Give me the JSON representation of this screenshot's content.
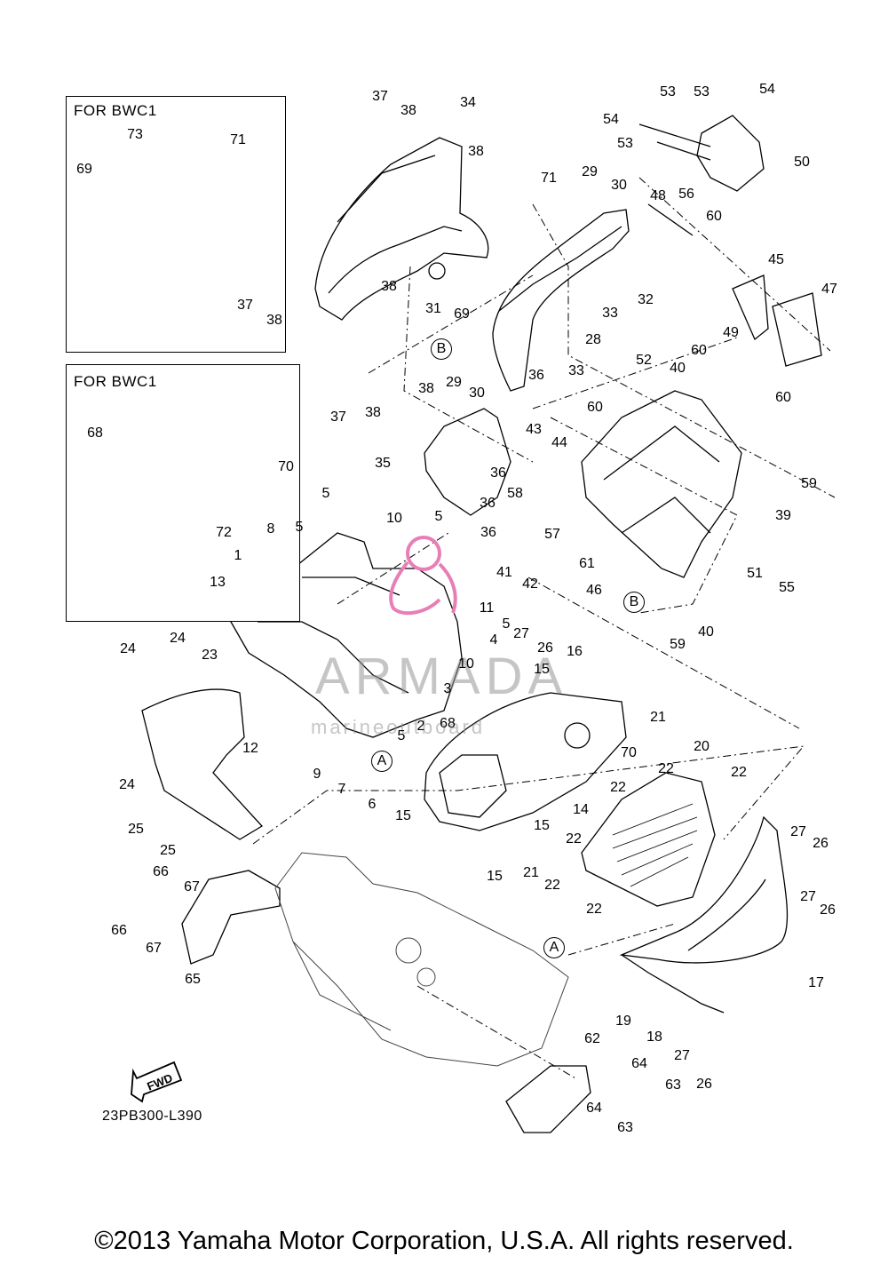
{
  "inset_top": {
    "title": "FOR BWC1",
    "callouts": [
      "73",
      "71",
      "69"
    ]
  },
  "inset_mid": {
    "title": "FOR BWC1",
    "callouts": [
      "68",
      "70",
      "72"
    ]
  },
  "callouts": [
    {
      "id": "c37a",
      "label": "37"
    },
    {
      "id": "c38a",
      "label": "38"
    },
    {
      "id": "c34",
      "label": "34"
    },
    {
      "id": "c38b",
      "label": "38"
    },
    {
      "id": "c71",
      "label": "71"
    },
    {
      "id": "c29a",
      "label": "29"
    },
    {
      "id": "c30a",
      "label": "30"
    },
    {
      "id": "c48",
      "label": "48"
    },
    {
      "id": "c37b",
      "label": "37"
    },
    {
      "id": "c38c",
      "label": "38"
    },
    {
      "id": "c31",
      "label": "31"
    },
    {
      "id": "c69",
      "label": "69"
    },
    {
      "id": "c33a",
      "label": "33"
    },
    {
      "id": "c32",
      "label": "32"
    },
    {
      "id": "c38d",
      "label": "38"
    },
    {
      "id": "c28",
      "label": "28"
    },
    {
      "id": "c37c",
      "label": "37"
    },
    {
      "id": "c38e",
      "label": "38"
    },
    {
      "id": "c38f",
      "label": "38"
    },
    {
      "id": "c29b",
      "label": "29"
    },
    {
      "id": "c30b",
      "label": "30"
    },
    {
      "id": "c33b",
      "label": "33"
    },
    {
      "id": "c54a",
      "label": "54"
    },
    {
      "id": "c53a",
      "label": "53"
    },
    {
      "id": "c53b",
      "label": "53"
    },
    {
      "id": "c54b",
      "label": "54"
    },
    {
      "id": "c53c",
      "label": "53"
    },
    {
      "id": "c50",
      "label": "50"
    },
    {
      "id": "c56",
      "label": "56"
    },
    {
      "id": "c60a",
      "label": "60"
    },
    {
      "id": "c45",
      "label": "45"
    },
    {
      "id": "c47",
      "label": "47"
    },
    {
      "id": "c49",
      "label": "49"
    },
    {
      "id": "c52",
      "label": "52"
    },
    {
      "id": "c40a",
      "label": "40"
    },
    {
      "id": "c60b",
      "label": "60"
    },
    {
      "id": "c60c",
      "label": "60"
    },
    {
      "id": "c60d",
      "label": "60"
    },
    {
      "id": "c36a",
      "label": "36"
    },
    {
      "id": "c43",
      "label": "43"
    },
    {
      "id": "c44",
      "label": "44"
    },
    {
      "id": "c35",
      "label": "35"
    },
    {
      "id": "c36b",
      "label": "36"
    },
    {
      "id": "c58",
      "label": "58"
    },
    {
      "id": "c36c",
      "label": "36"
    },
    {
      "id": "c36d",
      "label": "36"
    },
    {
      "id": "c57",
      "label": "57"
    },
    {
      "id": "c59a",
      "label": "59"
    },
    {
      "id": "c39",
      "label": "39"
    },
    {
      "id": "c41",
      "label": "41"
    },
    {
      "id": "c61",
      "label": "61"
    },
    {
      "id": "c42",
      "label": "42"
    },
    {
      "id": "c51",
      "label": "51"
    },
    {
      "id": "c55",
      "label": "55"
    },
    {
      "id": "c46",
      "label": "46"
    },
    {
      "id": "c59b",
      "label": "59"
    },
    {
      "id": "c40b",
      "label": "40"
    },
    {
      "id": "c5a",
      "label": "5"
    },
    {
      "id": "c10a",
      "label": "10"
    },
    {
      "id": "c5b",
      "label": "5"
    },
    {
      "id": "c8",
      "label": "8"
    },
    {
      "id": "c5c",
      "label": "5"
    },
    {
      "id": "c1",
      "label": "1"
    },
    {
      "id": "c13",
      "label": "13"
    },
    {
      "id": "c11",
      "label": "11"
    },
    {
      "id": "c5d",
      "label": "5"
    },
    {
      "id": "c4",
      "label": "4"
    },
    {
      "id": "c24a",
      "label": "24"
    },
    {
      "id": "c24b",
      "label": "24"
    },
    {
      "id": "c23",
      "label": "23"
    },
    {
      "id": "c27a",
      "label": "27"
    },
    {
      "id": "c26a",
      "label": "26"
    },
    {
      "id": "c16",
      "label": "16"
    },
    {
      "id": "c15a",
      "label": "15"
    },
    {
      "id": "c10b",
      "label": "10"
    },
    {
      "id": "c3",
      "label": "3"
    },
    {
      "id": "c12",
      "label": "12"
    },
    {
      "id": "c2",
      "label": "2"
    },
    {
      "id": "c68",
      "label": "68"
    },
    {
      "id": "c70",
      "label": "70"
    },
    {
      "id": "c5e",
      "label": "5"
    },
    {
      "id": "c9",
      "label": "9"
    },
    {
      "id": "c7",
      "label": "7"
    },
    {
      "id": "c6",
      "label": "6"
    },
    {
      "id": "c24c",
      "label": "24"
    },
    {
      "id": "c21a",
      "label": "21"
    },
    {
      "id": "c20",
      "label": "20"
    },
    {
      "id": "c22a",
      "label": "22"
    },
    {
      "id": "c22b",
      "label": "22"
    },
    {
      "id": "c22c",
      "label": "22"
    },
    {
      "id": "c14",
      "label": "14"
    },
    {
      "id": "c15b",
      "label": "15"
    },
    {
      "id": "c15c",
      "label": "15"
    },
    {
      "id": "c22d",
      "label": "22"
    },
    {
      "id": "c25a",
      "label": "25"
    },
    {
      "id": "c25b",
      "label": "25"
    },
    {
      "id": "c66a",
      "label": "66"
    },
    {
      "id": "c67a",
      "label": "67"
    },
    {
      "id": "c15d",
      "label": "15"
    },
    {
      "id": "c21b",
      "label": "21"
    },
    {
      "id": "c22e",
      "label": "22"
    },
    {
      "id": "c27b",
      "label": "27"
    },
    {
      "id": "c26b",
      "label": "26"
    },
    {
      "id": "c27c",
      "label": "27"
    },
    {
      "id": "c26c",
      "label": "26"
    },
    {
      "id": "c22f",
      "label": "22"
    },
    {
      "id": "c66b",
      "label": "66"
    },
    {
      "id": "c67b",
      "label": "67"
    },
    {
      "id": "c65",
      "label": "65"
    },
    {
      "id": "c17",
      "label": "17"
    },
    {
      "id": "c19",
      "label": "19"
    },
    {
      "id": "c18",
      "label": "18"
    },
    {
      "id": "c62",
      "label": "62"
    },
    {
      "id": "c27d",
      "label": "27"
    },
    {
      "id": "c26d",
      "label": "26"
    },
    {
      "id": "c64a",
      "label": "64"
    },
    {
      "id": "c63a",
      "label": "63"
    },
    {
      "id": "c64b",
      "label": "64"
    },
    {
      "id": "c63b",
      "label": "63"
    }
  ],
  "refs": [
    {
      "id": "rB1",
      "label": "B"
    },
    {
      "id": "rB2",
      "label": "B"
    },
    {
      "id": "rA1",
      "label": "A"
    },
    {
      "id": "rA2",
      "label": "A"
    }
  ],
  "fwd_label": "FWD",
  "diagram_code": "23PB300-L390",
  "watermark": {
    "text": "ARMADA",
    "subtext": "marineoutboard",
    "color": "#e77fb6"
  },
  "copyright": "©2013 Yamaha Motor Corporation, U.S.A. All rights reserved."
}
